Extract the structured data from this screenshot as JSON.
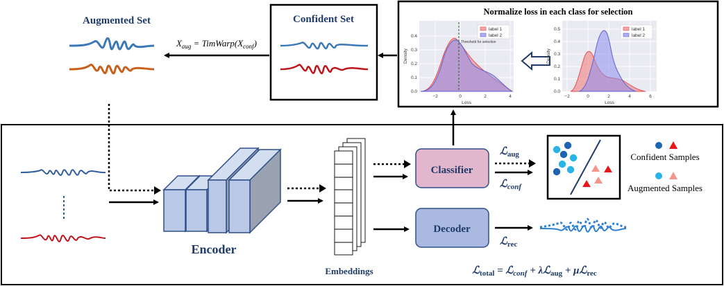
{
  "colors": {
    "blue_wave": "#3b78b6",
    "orange_wave": "#c8601c",
    "red_wave": "#c0141c",
    "navy_text": "#1f3b6a",
    "classifier_fill": "#e2b6cc",
    "decoder_fill": "#a9b9df",
    "encoder_face": "#b8c8e6",
    "encoder_side": "#9aa2b2",
    "kde_red": "#f08080",
    "kde_blue": "#8e8ef0",
    "dot_dark": "#1e64b4",
    "dot_light": "#28b4e6",
    "tri_red": "#e81818",
    "tri_pink": "#f4968e"
  },
  "augmented": {
    "title": "Augmented Set"
  },
  "confident": {
    "title": "Confident Set"
  },
  "formula": {
    "lhs": "X",
    "lhs_sub": "aug",
    "rhs": " = TimWarp(X",
    "rhs_sub": "conf",
    "close": ")"
  },
  "normalize": {
    "title": "Normalize loss in each class for selection",
    "plot_left": {
      "ylabel": "Density",
      "xlabel": "Loss",
      "yticks": [
        "0.0",
        "0.1",
        "0.2",
        "0.3",
        "0.4"
      ],
      "xticks": [
        "−2",
        "0",
        "2",
        "4"
      ],
      "legend": [
        "label 1",
        "label 2"
      ],
      "threshold_label": "Threshold for selection"
    },
    "plot_right": {
      "ylabel": "Density",
      "xlabel": "Loss",
      "yticks": [
        "0.0",
        "0.1",
        "0.2",
        "0.3",
        "0.4",
        "0.5"
      ],
      "xticks": [
        "−2",
        "0",
        "2",
        "4",
        "6"
      ],
      "legend": [
        "label 1",
        "label 2"
      ]
    }
  },
  "encoder": {
    "label": "Encoder"
  },
  "embeddings": {
    "label": "Embeddings"
  },
  "classifier": {
    "label": "Classifier",
    "loss_aug": "ℒ",
    "loss_aug_sub": "aug",
    "loss_conf": "ℒ",
    "loss_conf_sub": "conf"
  },
  "decoder": {
    "label": "Decoder",
    "loss_rec": "ℒ",
    "loss_rec_sub": "rec"
  },
  "legend": {
    "confident": "Confident Samples",
    "augmented": "Augmented Samples"
  },
  "total_loss": {
    "l": "ℒ",
    "total_sub": "total",
    "eq": " = ",
    "conf_sub": "conf",
    "plus_lambda": " + λ",
    "aug_sub": "aug",
    "plus_mu": " + μ",
    "rec_sub": "rec"
  }
}
